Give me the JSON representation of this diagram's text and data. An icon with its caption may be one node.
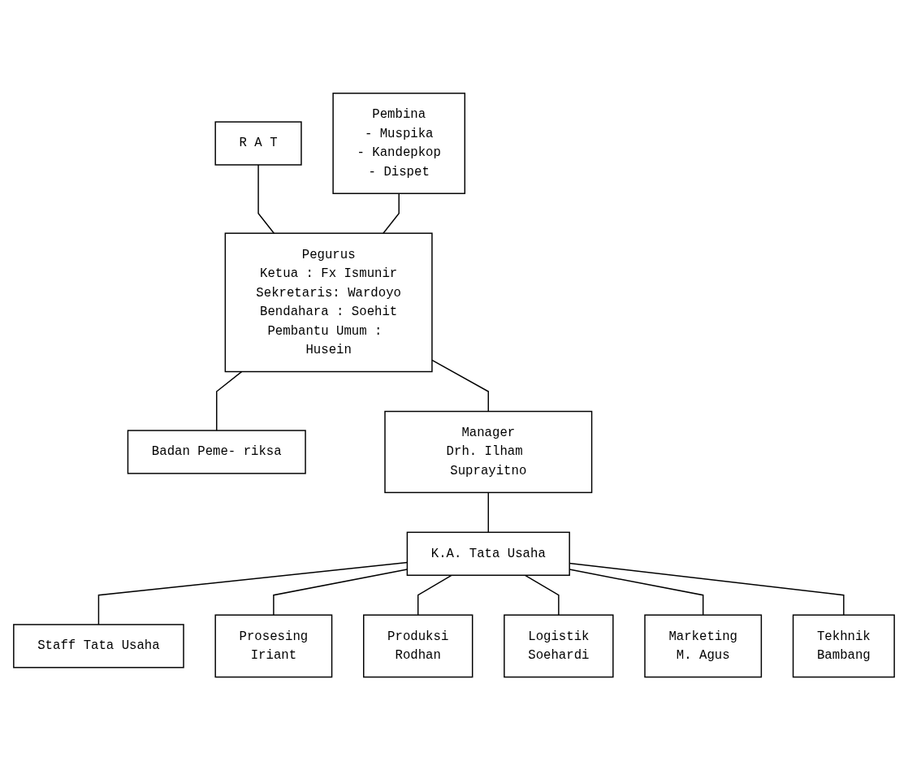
{
  "diagram": {
    "nodes": [
      {
        "text": [
          "R A T"
        ]
      },
      {
        "text": [
          "Pembina",
          "- Muspika",
          "- Kandepkop",
          "- Dispet"
        ]
      },
      {
        "text": [
          "Pegurus",
          "Ketua : Fx Ismunir",
          "Sekretaris: Wardoyo",
          "Bendahara : Soehit",
          "Pembantu Umum : Husein"
        ]
      },
      {
        "text": [
          "Badan Peme- riksa"
        ]
      },
      {
        "text": [
          "Manager",
          "Drh. Ilham Suprayitno"
        ]
      },
      {
        "text": [
          "K.A. Tata Usaha"
        ]
      },
      {
        "text": [
          "Staff Tata Usaha"
        ]
      },
      {
        "text": [
          "Prosesing",
          "Iriant"
        ]
      },
      {
        "text": [
          "Produksi",
          "Rodhan"
        ]
      },
      {
        "text": [
          "Logistik",
          "Soehardi"
        ]
      },
      {
        "text": [
          "Marketing",
          "M. Agus"
        ]
      },
      {
        "text": [
          "Tekhnik",
          "Bambang"
        ]
      }
    ],
    "edges": [
      {
        "from": 0,
        "to": 2,
        "arrow": "none"
      },
      {
        "from": 1,
        "to": 2,
        "arrow": "none"
      },
      {
        "from": 2,
        "to": 3,
        "arrow": "none"
      },
      {
        "from": 2,
        "to": 4,
        "arrow": "none"
      },
      {
        "from": 4,
        "to": 5,
        "arrow": "none"
      },
      {
        "from": 5,
        "to": 6,
        "arrow": "none"
      },
      {
        "from": 5,
        "to": 7,
        "arrow": "none"
      },
      {
        "from": 5,
        "to": 8,
        "arrow": "none"
      },
      {
        "from": 5,
        "to": 9,
        "arrow": "none"
      },
      {
        "from": 5,
        "to": 10,
        "arrow": "none"
      },
      {
        "from": 5,
        "to": 11,
        "arrow": "none"
      }
    ]
  }
}
